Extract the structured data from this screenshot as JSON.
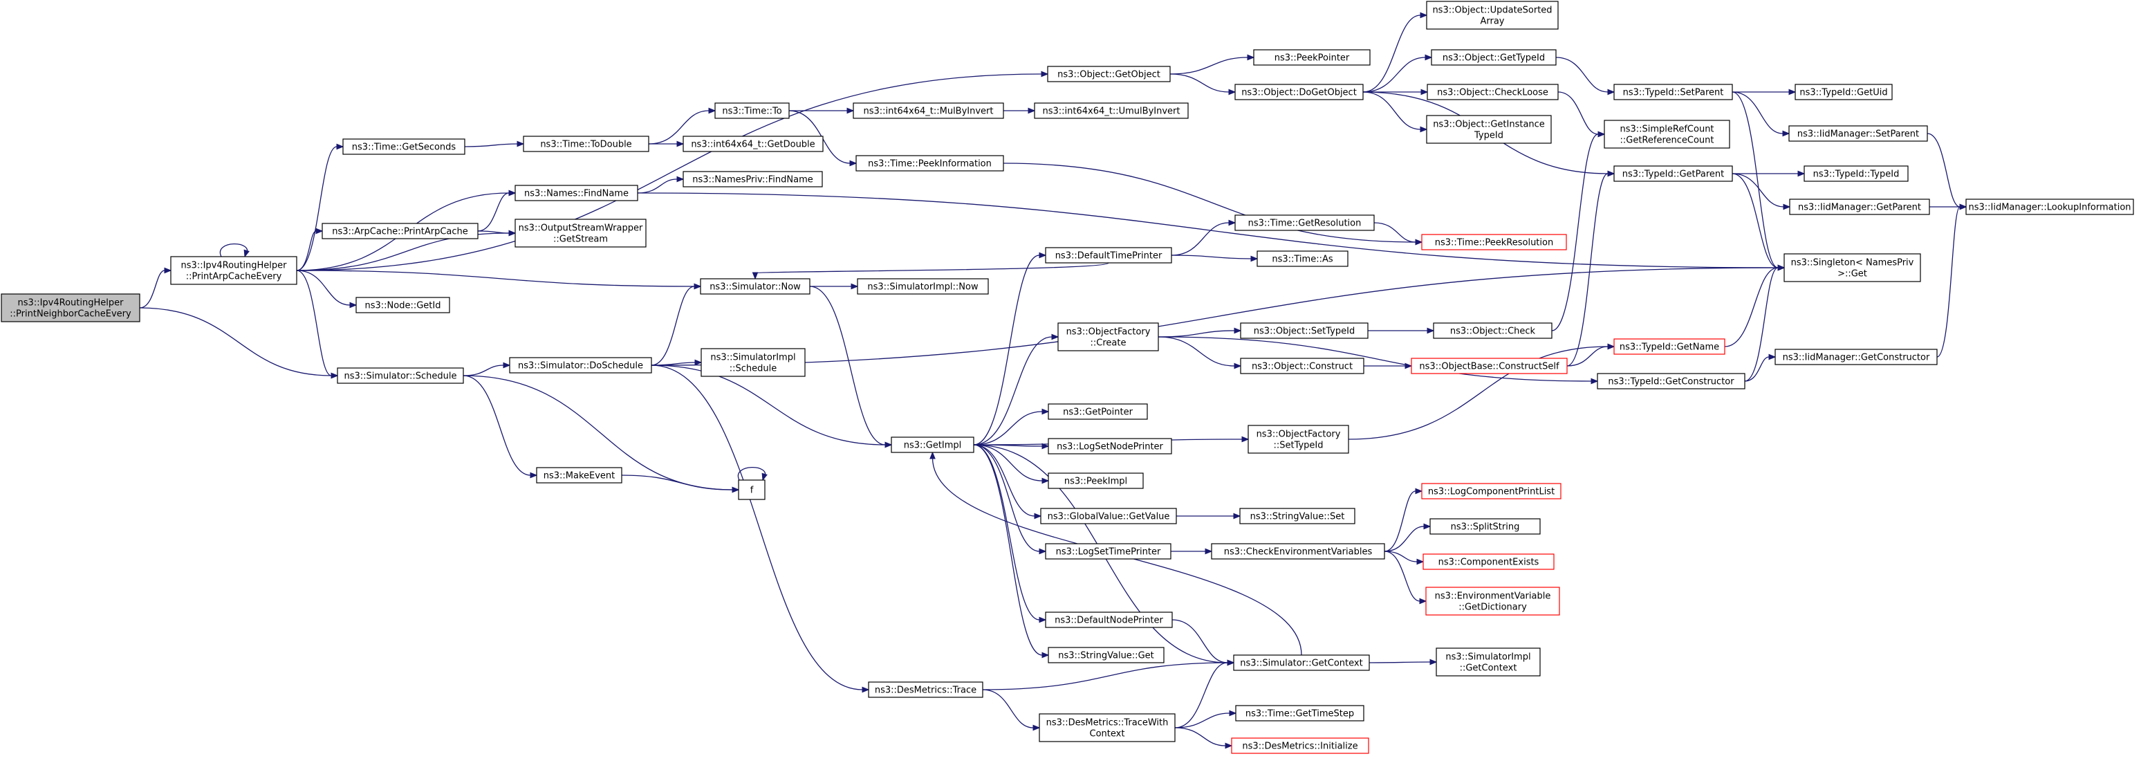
{
  "diagram": {
    "colors": {
      "edge": "#191970",
      "node_border": "#000000",
      "root_fill": "#bfbfbf",
      "truncated_border": "#ff0000"
    },
    "nodes": [
      {
        "id": "root",
        "lines": [
          "ns3::Ipv4RoutingHelper",
          "::PrintNeighborCacheEvery"
        ],
        "style": "root"
      },
      {
        "id": "printArp",
        "lines": [
          "ns3::Ipv4RoutingHelper",
          "::PrintArpCacheEvery"
        ]
      },
      {
        "id": "schedule",
        "lines": [
          "ns3::Simulator::Schedule"
        ]
      },
      {
        "id": "getSeconds",
        "lines": [
          "ns3::Time::GetSeconds"
        ]
      },
      {
        "id": "namesFind",
        "lines": [
          "ns3::Names::FindName"
        ]
      },
      {
        "id": "arpPrint",
        "lines": [
          "ns3::ArpCache::PrintArpCache"
        ]
      },
      {
        "id": "osw",
        "lines": [
          "ns3::OutputStreamWrapper",
          "::GetStream"
        ]
      },
      {
        "id": "nodeGetId",
        "lines": [
          "ns3::Node::GetId"
        ]
      },
      {
        "id": "simNow",
        "lines": [
          "ns3::Simulator::Now"
        ]
      },
      {
        "id": "objGetObject",
        "lines": [
          "ns3::Object::GetObject"
        ]
      },
      {
        "id": "toDouble",
        "lines": [
          "ns3::Time::ToDouble"
        ]
      },
      {
        "id": "namesPrivFind",
        "lines": [
          "ns3::NamesPriv::FindName"
        ]
      },
      {
        "id": "doSchedule",
        "lines": [
          "ns3::Simulator::DoSchedule"
        ]
      },
      {
        "id": "makeEvent",
        "lines": [
          "ns3::MakeEvent"
        ]
      },
      {
        "id": "f",
        "lines": [
          "f"
        ]
      },
      {
        "id": "timeTo",
        "lines": [
          "ns3::Time::To"
        ]
      },
      {
        "id": "getDouble",
        "lines": [
          "ns3::int64x64_t::GetDouble"
        ]
      },
      {
        "id": "simImplNow",
        "lines": [
          "ns3::SimulatorImpl::Now"
        ]
      },
      {
        "id": "simImplSchedule",
        "lines": [
          "ns3::SimulatorImpl",
          "::Schedule"
        ]
      },
      {
        "id": "getImpl",
        "lines": [
          "ns3::GetImpl"
        ]
      },
      {
        "id": "desTrace",
        "lines": [
          "ns3::DesMetrics::Trace"
        ]
      },
      {
        "id": "mulByInvert",
        "lines": [
          "ns3::int64x64_t::MulByInvert"
        ]
      },
      {
        "id": "umulByInvert",
        "lines": [
          "ns3::int64x64_t::UmulByInvert"
        ]
      },
      {
        "id": "peekInfo",
        "lines": [
          "ns3::Time::PeekInformation"
        ]
      },
      {
        "id": "defTimePrinter",
        "lines": [
          "ns3::DefaultTimePrinter"
        ]
      },
      {
        "id": "objFactCreate",
        "lines": [
          "ns3::ObjectFactory",
          "::Create"
        ]
      },
      {
        "id": "getPointer",
        "lines": [
          "ns3::GetPointer"
        ]
      },
      {
        "id": "logSetNodePrinter",
        "lines": [
          "ns3::LogSetNodePrinter"
        ]
      },
      {
        "id": "peekImpl",
        "lines": [
          "ns3::PeekImpl"
        ]
      },
      {
        "id": "gvGetValue",
        "lines": [
          "ns3::GlobalValue::GetValue"
        ]
      },
      {
        "id": "logSetTimePrinter",
        "lines": [
          "ns3::LogSetTimePrinter"
        ]
      },
      {
        "id": "defNodePrinter",
        "lines": [
          "ns3::DefaultNodePrinter"
        ]
      },
      {
        "id": "svGet",
        "lines": [
          "ns3::StringValue::Get"
        ]
      },
      {
        "id": "traceWithContext",
        "lines": [
          "ns3::DesMetrics::TraceWith",
          "Context"
        ]
      },
      {
        "id": "peekPointer",
        "lines": [
          "ns3::PeekPointer"
        ]
      },
      {
        "id": "doGetObject",
        "lines": [
          "ns3::Object::DoGetObject"
        ]
      },
      {
        "id": "timeGetRes",
        "lines": [
          "ns3::Time::GetResolution"
        ]
      },
      {
        "id": "timeAs",
        "lines": [
          "ns3::Time::As"
        ]
      },
      {
        "id": "objSetTypeId",
        "lines": [
          "ns3::Object::SetTypeId"
        ]
      },
      {
        "id": "objConstruct",
        "lines": [
          "ns3::Object::Construct"
        ]
      },
      {
        "id": "objFactSetTypeId",
        "lines": [
          "ns3::ObjectFactory",
          "::SetTypeId"
        ]
      },
      {
        "id": "svSet",
        "lines": [
          "ns3::StringValue::Set"
        ]
      },
      {
        "id": "checkEnv",
        "lines": [
          "ns3::CheckEnvironmentVariables"
        ]
      },
      {
        "id": "simGetContext",
        "lines": [
          "ns3::Simulator::GetContext"
        ]
      },
      {
        "id": "timeGetTimeStep",
        "lines": [
          "ns3::Time::GetTimeStep"
        ]
      },
      {
        "id": "desInit",
        "lines": [
          "ns3::DesMetrics::Initialize"
        ],
        "style": "trunc"
      },
      {
        "id": "objUpdateSorted",
        "lines": [
          "ns3::Object::UpdateSorted",
          "Array"
        ]
      },
      {
        "id": "objGetTypeId",
        "lines": [
          "ns3::Object::GetTypeId"
        ]
      },
      {
        "id": "objCheckLoose",
        "lines": [
          "ns3::Object::CheckLoose"
        ]
      },
      {
        "id": "objGetInstTypeId",
        "lines": [
          "ns3::Object::GetInstance",
          "TypeId"
        ]
      },
      {
        "id": "timePeekRes",
        "lines": [
          "ns3::Time::PeekResolution"
        ],
        "style": "trunc"
      },
      {
        "id": "objCheck",
        "lines": [
          "ns3::Object::Check"
        ]
      },
      {
        "id": "objBaseConstructSelf",
        "lines": [
          "ns3::ObjectBase::ConstructSelf"
        ],
        "style": "trunc"
      },
      {
        "id": "logCompPrintList",
        "lines": [
          "ns3::LogComponentPrintList"
        ],
        "style": "trunc"
      },
      {
        "id": "splitString",
        "lines": [
          "ns3::SplitString"
        ]
      },
      {
        "id": "componentExists",
        "lines": [
          "ns3::ComponentExists"
        ],
        "style": "trunc"
      },
      {
        "id": "envVarGetDict",
        "lines": [
          "ns3::EnvironmentVariable",
          "::GetDictionary"
        ],
        "style": "trunc"
      },
      {
        "id": "simImplGetContext",
        "lines": [
          "ns3::SimulatorImpl",
          "::GetContext"
        ]
      },
      {
        "id": "typeIdSetParent",
        "lines": [
          "ns3::TypeId::SetParent"
        ]
      },
      {
        "id": "srcGetRefCount",
        "lines": [
          "ns3::SimpleRefCount",
          "::GetReferenceCount"
        ]
      },
      {
        "id": "typeIdGetParent",
        "lines": [
          "ns3::TypeId::GetParent"
        ]
      },
      {
        "id": "typeIdGetName",
        "lines": [
          "ns3::TypeId::GetName"
        ],
        "style": "trunc"
      },
      {
        "id": "typeIdGetConstructor",
        "lines": [
          "ns3::TypeId::GetConstructor"
        ]
      },
      {
        "id": "typeIdGetUid",
        "lines": [
          "ns3::TypeId::GetUid"
        ]
      },
      {
        "id": "iidSetParent",
        "lines": [
          "ns3::IidManager::SetParent"
        ]
      },
      {
        "id": "typeIdTypeId",
        "lines": [
          "ns3::TypeId::TypeId"
        ]
      },
      {
        "id": "iidGetParent",
        "lines": [
          "ns3::IidManager::GetParent"
        ]
      },
      {
        "id": "singletonGet",
        "lines": [
          "ns3::Singleton< NamesPriv",
          " >::Get"
        ]
      },
      {
        "id": "iidGetConstructor",
        "lines": [
          "ns3::IidManager::GetConstructor"
        ]
      },
      {
        "id": "iidLookupInfo",
        "lines": [
          "ns3::IidManager::LookupInformation"
        ]
      }
    ],
    "edges": [
      [
        "root",
        "printArp"
      ],
      [
        "root",
        "schedule"
      ],
      [
        "printArp",
        "printArp"
      ],
      [
        "printArp",
        "getSeconds"
      ],
      [
        "printArp",
        "namesFind"
      ],
      [
        "printArp",
        "arpPrint"
      ],
      [
        "printArp",
        "osw"
      ],
      [
        "printArp",
        "nodeGetId"
      ],
      [
        "printArp",
        "simNow"
      ],
      [
        "printArp",
        "objGetObject"
      ],
      [
        "printArp",
        "schedule"
      ],
      [
        "getSeconds",
        "toDouble"
      ],
      [
        "toDouble",
        "timeTo"
      ],
      [
        "toDouble",
        "getDouble"
      ],
      [
        "timeTo",
        "mulByInvert"
      ],
      [
        "timeTo",
        "peekInfo"
      ],
      [
        "mulByInvert",
        "umulByInvert"
      ],
      [
        "peekInfo",
        "timePeekRes"
      ],
      [
        "namesFind",
        "namesPrivFind"
      ],
      [
        "namesFind",
        "singletonGet"
      ],
      [
        "arpPrint",
        "namesFind"
      ],
      [
        "arpPrint",
        "osw"
      ],
      [
        "simNow",
        "simImplNow"
      ],
      [
        "simNow",
        "getImpl"
      ],
      [
        "objGetObject",
        "peekPointer"
      ],
      [
        "objGetObject",
        "doGetObject"
      ],
      [
        "doGetObject",
        "objUpdateSorted"
      ],
      [
        "doGetObject",
        "objGetTypeId"
      ],
      [
        "doGetObject",
        "objCheckLoose"
      ],
      [
        "doGetObject",
        "objGetInstTypeId"
      ],
      [
        "doGetObject",
        "typeIdGetParent"
      ],
      [
        "objGetTypeId",
        "typeIdSetParent"
      ],
      [
        "objCheckLoose",
        "srcGetRefCount"
      ],
      [
        "typeIdSetParent",
        "typeIdGetUid"
      ],
      [
        "typeIdSetParent",
        "iidSetParent"
      ],
      [
        "typeIdSetParent",
        "singletonGet"
      ],
      [
        "iidSetParent",
        "iidLookupInfo"
      ],
      [
        "typeIdGetParent",
        "typeIdTypeId"
      ],
      [
        "typeIdGetParent",
        "iidGetParent"
      ],
      [
        "typeIdGetParent",
        "singletonGet"
      ],
      [
        "iidGetParent",
        "iidLookupInfo"
      ],
      [
        "schedule",
        "doSchedule"
      ],
      [
        "schedule",
        "makeEvent"
      ],
      [
        "schedule",
        "f"
      ],
      [
        "makeEvent",
        "f"
      ],
      [
        "f",
        "f"
      ],
      [
        "doSchedule",
        "simNow"
      ],
      [
        "doSchedule",
        "simImplSchedule"
      ],
      [
        "doSchedule",
        "getImpl"
      ],
      [
        "doSchedule",
        "desTrace"
      ],
      [
        "doSchedule",
        "singletonGet"
      ],
      [
        "getImpl",
        "defTimePrinter"
      ],
      [
        "getImpl",
        "objFactCreate"
      ],
      [
        "getImpl",
        "objFactSetTypeId"
      ],
      [
        "getImpl",
        "getPointer"
      ],
      [
        "getImpl",
        "logSetNodePrinter"
      ],
      [
        "getImpl",
        "peekImpl"
      ],
      [
        "getImpl",
        "gvGetValue"
      ],
      [
        "getImpl",
        "logSetTimePrinter"
      ],
      [
        "getImpl",
        "defNodePrinter"
      ],
      [
        "getImpl",
        "svGet"
      ],
      [
        "getImpl",
        "simGetContext"
      ],
      [
        "defTimePrinter",
        "simNow"
      ],
      [
        "defTimePrinter",
        "timeGetRes"
      ],
      [
        "defTimePrinter",
        "timeAs"
      ],
      [
        "timeGetRes",
        "timePeekRes"
      ],
      [
        "objFactCreate",
        "objSetTypeId"
      ],
      [
        "objFactCreate",
        "objConstruct"
      ],
      [
        "objFactCreate",
        "typeIdGetConstructor"
      ],
      [
        "objSetTypeId",
        "objCheck"
      ],
      [
        "objCheck",
        "srcGetRefCount"
      ],
      [
        "objConstruct",
        "objBaseConstructSelf"
      ],
      [
        "objBaseConstructSelf",
        "typeIdGetName"
      ],
      [
        "objBaseConstructSelf",
        "typeIdGetParent"
      ],
      [
        "typeIdGetName",
        "singletonGet"
      ],
      [
        "typeIdGetConstructor",
        "singletonGet"
      ],
      [
        "typeIdGetConstructor",
        "iidGetConstructor"
      ],
      [
        "iidGetConstructor",
        "iidLookupInfo"
      ],
      [
        "objFactSetTypeId",
        "typeIdGetName"
      ],
      [
        "gvGetValue",
        "svSet"
      ],
      [
        "logSetTimePrinter",
        "checkEnv"
      ],
      [
        "checkEnv",
        "logCompPrintList"
      ],
      [
        "checkEnv",
        "splitString"
      ],
      [
        "checkEnv",
        "componentExists"
      ],
      [
        "checkEnv",
        "envVarGetDict"
      ],
      [
        "defNodePrinter",
        "simGetContext"
      ],
      [
        "simGetContext",
        "simImplGetContext"
      ],
      [
        "simGetContext",
        "getImpl"
      ],
      [
        "desTrace",
        "simGetContext"
      ],
      [
        "desTrace",
        "traceWithContext"
      ],
      [
        "traceWithContext",
        "simGetContext"
      ],
      [
        "traceWithContext",
        "timeGetTimeStep"
      ],
      [
        "traceWithContext",
        "desInit"
      ]
    ]
  }
}
